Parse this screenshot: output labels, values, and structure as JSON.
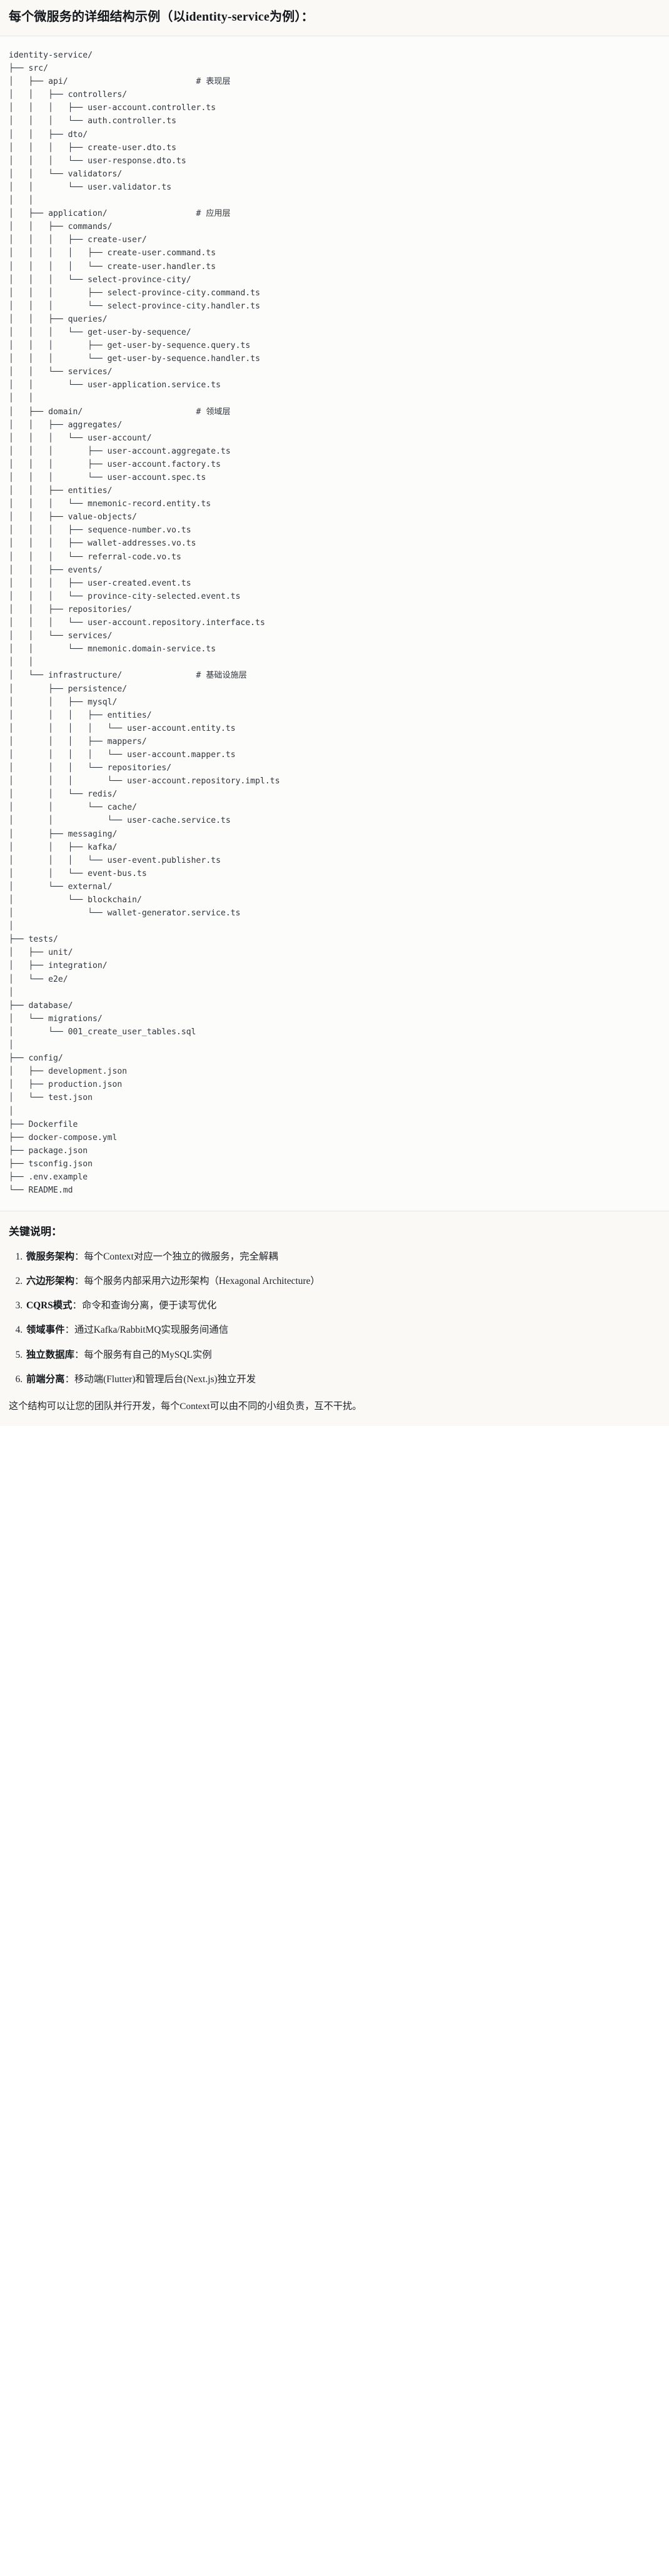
{
  "heading": {
    "text": "每个微服务的详细结构示例（以identity-service为例）："
  },
  "tree": {
    "root_label": "identity-service/",
    "text": "identity-service/\n├── src/\n│   ├── api/                          # 表现层\n│   │   ├── controllers/\n│   │   │   ├── user-account.controller.ts\n│   │   │   └── auth.controller.ts\n│   │   ├── dto/\n│   │   │   ├── create-user.dto.ts\n│   │   │   └── user-response.dto.ts\n│   │   └── validators/\n│   │       └── user.validator.ts\n│   │\n│   ├── application/                  # 应用层\n│   │   ├── commands/\n│   │   │   ├── create-user/\n│   │   │   │   ├── create-user.command.ts\n│   │   │   │   └── create-user.handler.ts\n│   │   │   └── select-province-city/\n│   │   │       ├── select-province-city.command.ts\n│   │   │       └── select-province-city.handler.ts\n│   │   ├── queries/\n│   │   │   └── get-user-by-sequence/\n│   │   │       ├── get-user-by-sequence.query.ts\n│   │   │       └── get-user-by-sequence.handler.ts\n│   │   └── services/\n│   │       └── user-application.service.ts\n│   │\n│   ├── domain/                       # 领域层\n│   │   ├── aggregates/\n│   │   │   └── user-account/\n│   │   │       ├── user-account.aggregate.ts\n│   │   │       ├── user-account.factory.ts\n│   │   │       └── user-account.spec.ts\n│   │   ├── entities/\n│   │   │   └── mnemonic-record.entity.ts\n│   │   ├── value-objects/\n│   │   │   ├── sequence-number.vo.ts\n│   │   │   ├── wallet-addresses.vo.ts\n│   │   │   └── referral-code.vo.ts\n│   │   ├── events/\n│   │   │   ├── user-created.event.ts\n│   │   │   └── province-city-selected.event.ts\n│   │   ├── repositories/\n│   │   │   └── user-account.repository.interface.ts\n│   │   └── services/\n│   │       └── mnemonic.domain-service.ts\n│   │\n│   └── infrastructure/               # 基础设施层\n│       ├── persistence/\n│       │   ├── mysql/\n│       │   │   ├── entities/\n│       │   │   │   └── user-account.entity.ts\n│       │   │   ├── mappers/\n│       │   │   │   └── user-account.mapper.ts\n│       │   │   └── repositories/\n│       │   │       └── user-account.repository.impl.ts\n│       │   └── redis/\n│       │       └── cache/\n│       │           └── user-cache.service.ts\n│       ├── messaging/\n│       │   ├── kafka/\n│       │   │   └── user-event.publisher.ts\n│       │   └── event-bus.ts\n│       └── external/\n│           └── blockchain/\n│               └── wallet-generator.service.ts\n│\n├── tests/\n│   ├── unit/\n│   ├── integration/\n│   └── e2e/\n│\n├── database/\n│   └── migrations/\n│       └── 001_create_user_tables.sql\n│\n├── config/\n│   ├── development.json\n│   ├── production.json\n│   └── test.json\n│\n├── Dockerfile\n├── docker-compose.yml\n├── package.json\n├── tsconfig.json\n├── .env.example\n└── README.md",
    "layer_comments": [
      {
        "path": "api/",
        "comment": "# 表现层"
      },
      {
        "path": "application/",
        "comment": "# 应用层"
      },
      {
        "path": "domain/",
        "comment": "# 领域层"
      },
      {
        "path": "infrastructure/",
        "comment": "# 基础设施层"
      }
    ],
    "entries": [
      "identity-service/",
      "src/",
      "api/",
      "controllers/",
      "user-account.controller.ts",
      "auth.controller.ts",
      "dto/",
      "create-user.dto.ts",
      "user-response.dto.ts",
      "validators/",
      "user.validator.ts",
      "application/",
      "commands/",
      "create-user/",
      "create-user.command.ts",
      "create-user.handler.ts",
      "select-province-city/",
      "select-province-city.command.ts",
      "select-province-city.handler.ts",
      "queries/",
      "get-user-by-sequence/",
      "get-user-by-sequence.query.ts",
      "get-user-by-sequence.handler.ts",
      "services/",
      "user-application.service.ts",
      "domain/",
      "aggregates/",
      "user-account/",
      "user-account.aggregate.ts",
      "user-account.factory.ts",
      "user-account.spec.ts",
      "entities/",
      "mnemonic-record.entity.ts",
      "value-objects/",
      "sequence-number.vo.ts",
      "wallet-addresses.vo.ts",
      "referral-code.vo.ts",
      "events/",
      "user-created.event.ts",
      "province-city-selected.event.ts",
      "repositories/",
      "user-account.repository.interface.ts",
      "services/",
      "mnemonic.domain-service.ts",
      "infrastructure/",
      "persistence/",
      "mysql/",
      "entities/",
      "user-account.entity.ts",
      "mappers/",
      "user-account.mapper.ts",
      "repositories/",
      "user-account.repository.impl.ts",
      "redis/",
      "cache/",
      "user-cache.service.ts",
      "messaging/",
      "kafka/",
      "user-event.publisher.ts",
      "event-bus.ts",
      "external/",
      "blockchain/",
      "wallet-generator.service.ts",
      "tests/",
      "unit/",
      "integration/",
      "e2e/",
      "database/",
      "migrations/",
      "001_create_user_tables.sql",
      "config/",
      "development.json",
      "production.json",
      "test.json",
      "Dockerfile",
      "docker-compose.yml",
      "package.json",
      "tsconfig.json",
      ".env.example",
      "README.md"
    ]
  },
  "notes": {
    "title": "关键说明：",
    "items": [
      {
        "term": "微服务架构",
        "sep": "：",
        "body": "每个Context对应一个独立的微服务，完全解耦"
      },
      {
        "term": "六边形架构",
        "sep": "：",
        "body": "每个服务内部采用六边形架构（Hexagonal Architecture）"
      },
      {
        "term": "CQRS模式",
        "sep": "：",
        "body": "命令和查询分离，便于读写优化"
      },
      {
        "term": "领域事件",
        "sep": "：",
        "body": "通过Kafka/RabbitMQ实现服务间通信"
      },
      {
        "term": "独立数据库",
        "sep": "：",
        "body": "每个服务有自己的MySQL实例"
      },
      {
        "term": "前端分离",
        "sep": "：",
        "body": "移动端(Flutter)和管理后台(Next.js)独立开发"
      }
    ],
    "closing": "这个结构可以让您的团队并行开发，每个Context可以由不同的小组负责，互不干扰。"
  },
  "colors": {
    "band_bg": "#faf9f6",
    "code_bg": "#fcfcfb",
    "text": "#1f2328",
    "code_text": "#30363d",
    "divider": "#e8e6e1"
  }
}
